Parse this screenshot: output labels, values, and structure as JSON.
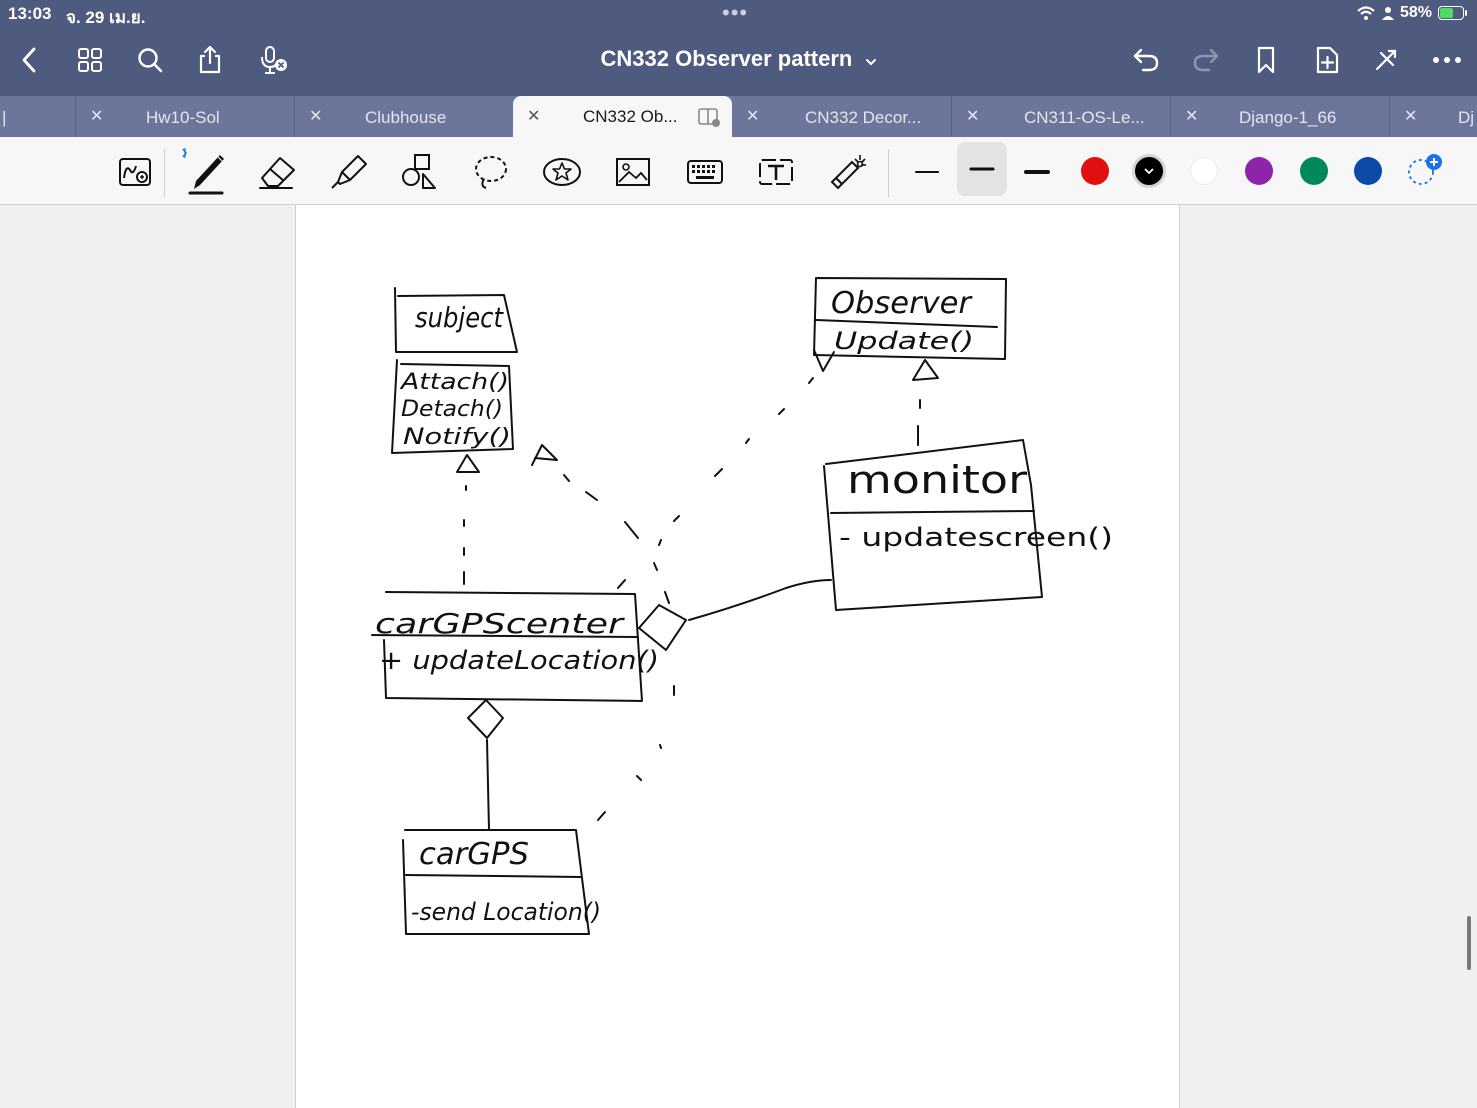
{
  "status_bar": {
    "time": "13:03",
    "date": "จ. 29 เม.ย.",
    "battery": "58%"
  },
  "header": {
    "title": "CN332 Observer pattern"
  },
  "tabs": [
    {
      "label": "Hw10-Sol"
    },
    {
      "label": "Clubhouse"
    },
    {
      "label": "CN332 Ob..."
    },
    {
      "label": "CN332 Decor..."
    },
    {
      "label": "CN311-OS-Le..."
    },
    {
      "label": "Django-1_66"
    },
    {
      "label": "Dj"
    }
  ],
  "toolbar": {
    "tools": [
      "zoom-window",
      "pen",
      "eraser",
      "highlighter",
      "shapes",
      "lasso",
      "elements",
      "image",
      "keyboard",
      "text",
      "laser-pointer"
    ],
    "colors": [
      "#e01010",
      "#000000",
      "#ffffff",
      "#8e24aa",
      "#00875a",
      "#0b4aa8"
    ],
    "selected_color": "#000000"
  },
  "diagram": {
    "subject": {
      "name": "subject",
      "methods": [
        "Attach()",
        "Detach()",
        "Notify()"
      ]
    },
    "observer": {
      "name": "Observer",
      "methods": [
        "Update()"
      ]
    },
    "monitor": {
      "name": "monitor",
      "methods": [
        "- updatescreen()"
      ]
    },
    "car_gps_center": {
      "name": "carGPScenter",
      "methods": [
        "+ updateLocation()"
      ]
    },
    "car_gps": {
      "name": "carGPS",
      "methods": [
        "-send Location()"
      ]
    }
  }
}
